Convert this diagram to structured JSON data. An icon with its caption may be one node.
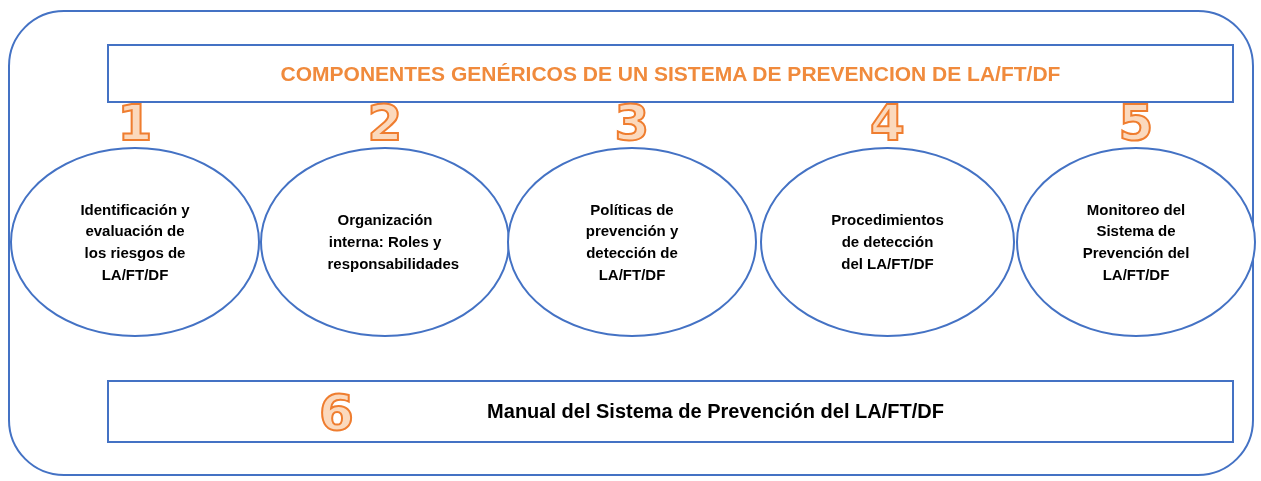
{
  "diagram": {
    "nodes": [
      {
        "text": [],
        "shape": "box"
      },
      {
        "text": [
          "COMPONENTES GENÉRICOS DE UN SISTEMA DE PREVENCION DE LA/FT/DF"
        ],
        "in": 0
      },
      {
        "text": [
          "Identificación y evaluación de los riesgos de LA/FT/DF"
        ],
        "beside": [
          "1"
        ],
        "in": 0
      },
      {
        "text": [
          "Organización interna: Roles y responsabilidades"
        ],
        "beside": [
          "2"
        ],
        "in": 0
      },
      {
        "text": [
          "Políticas de prevención y detección de LA/FT/DF"
        ],
        "beside": [
          "3"
        ],
        "in": 0
      },
      {
        "text": [
          "Procedimientos de detección del LA/FT/DF"
        ],
        "beside": [
          "4"
        ],
        "in": 0
      },
      {
        "text": [
          "Monitoreo del Sistema de Prevención del LA/FT/DF"
        ],
        "beside": [
          "5"
        ],
        "in": 0
      },
      {
        "text": [
          "6",
          "Manual del Sistema de Prevención del LA/FT/DF"
        ],
        "in": 0
      }
    ]
  }
}
